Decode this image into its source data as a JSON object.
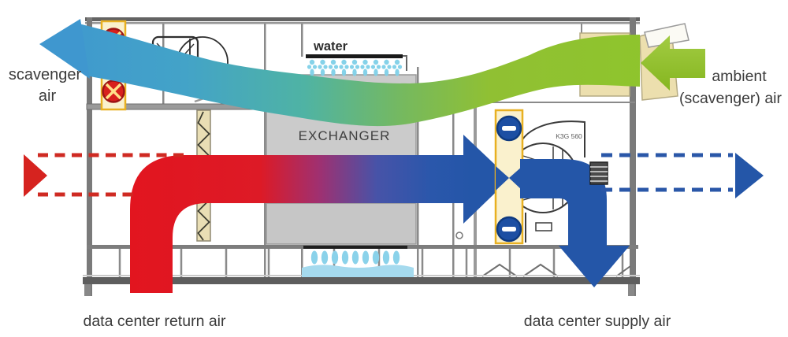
{
  "diagram": {
    "type": "indirect-evaporative-cooling-unit-airflow-schematic",
    "labels": {
      "scavenger_air_line1": "scavenger",
      "scavenger_air_line2": "air",
      "ambient_air_line1": "ambient",
      "ambient_air_line2": "(scavenger) air",
      "water": "water",
      "exchanger": "EXCHANGER",
      "fan_model": "K3G 560",
      "data_center_return_air": "data center return air",
      "data_center_supply_air": "data center supply air"
    },
    "colors": {
      "scavenger_air_blue": "#4498cf",
      "ambient_air_green": "#8fbe2d",
      "return_air_red": "#e01b24",
      "supply_air_blue": "#2456a8",
      "damper_strip_yellow": "#e8b021",
      "closed_damper_red": "#d8201c",
      "open_damper_blue": "#1d4fa3",
      "water_spray_blue": "#7fd0e8",
      "frame_gray": "#6f6f6f"
    }
  }
}
